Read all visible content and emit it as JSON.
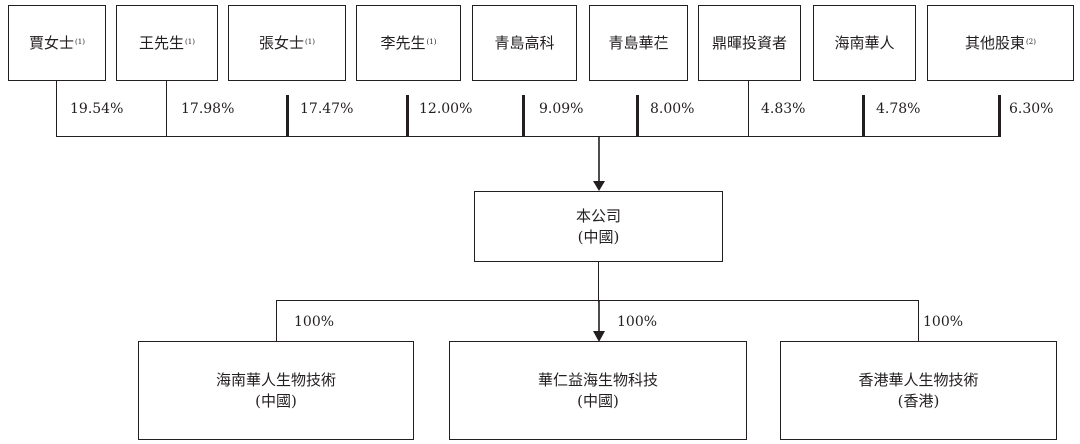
{
  "shareholders": [
    {
      "name": "賈女士",
      "note": "(1)",
      "pct": "19.54%"
    },
    {
      "name": "王先生",
      "note": "(1)",
      "pct": "17.98%"
    },
    {
      "name": "張女士",
      "note": "(1)",
      "pct": "17.47%"
    },
    {
      "name": "李先生",
      "note": "(1)",
      "pct": "12.00%"
    },
    {
      "name": "青島高科",
      "note": "",
      "pct": "9.09%"
    },
    {
      "name": "青島華芢",
      "note": "",
      "pct": "8.00%"
    },
    {
      "name": "鼎暉投資者",
      "note": "",
      "pct": "4.83%"
    },
    {
      "name": "海南華人",
      "note": "",
      "pct": "4.78%"
    },
    {
      "name": "其他股東",
      "note": "(2)",
      "pct": "6.30%"
    }
  ],
  "company": {
    "name": "本公司",
    "sub": "(中國)"
  },
  "subsidiaries": [
    {
      "name": "海南華人生物技術",
      "sub": "(中國)",
      "pct": "100%"
    },
    {
      "name": "華仁益海生物科技",
      "sub": "(中國)",
      "pct": "100%"
    },
    {
      "name": "香港華人生物技術",
      "sub": "(香港)",
      "pct": "100%"
    }
  ]
}
